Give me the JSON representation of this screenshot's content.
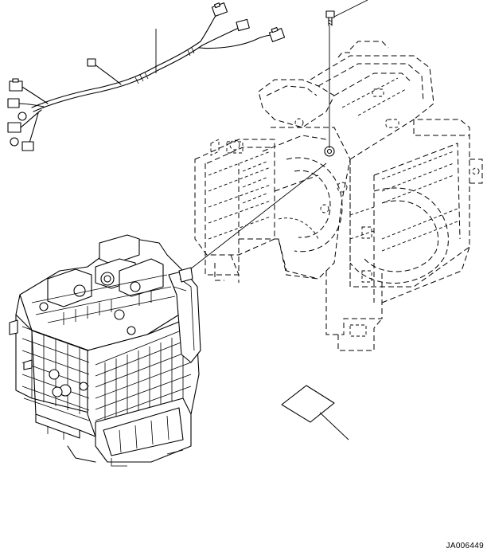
{
  "drawing": {
    "code": "JA006449"
  },
  "parts": [
    {
      "id": "wiring-harness",
      "icon": "wiring-harness-icon"
    },
    {
      "id": "screw",
      "icon": "screw-icon"
    },
    {
      "id": "air-conditioner-unit-case",
      "icon": "case-icon"
    },
    {
      "id": "blower-unit",
      "icon": "blower-icon"
    },
    {
      "id": "label-sheet",
      "icon": "label-icon"
    }
  ]
}
